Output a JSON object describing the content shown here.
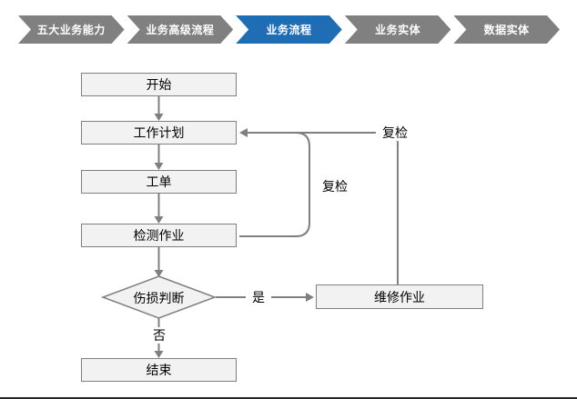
{
  "breadcrumb": {
    "items": [
      {
        "label": "五大业务能力"
      },
      {
        "label": "业务高级流程"
      },
      {
        "label": "业务流程"
      },
      {
        "label": "业务实体"
      },
      {
        "label": "数据实体"
      }
    ],
    "active_index": 2,
    "active_color": "#1F6EB5",
    "inactive_color": "#808080"
  },
  "flowchart": {
    "nodes": [
      {
        "id": "start",
        "label": "开始",
        "shape": "rect"
      },
      {
        "id": "work-plan",
        "label": "工作计划",
        "shape": "rect"
      },
      {
        "id": "work-order",
        "label": "工单",
        "shape": "rect"
      },
      {
        "id": "inspection",
        "label": "检测作业",
        "shape": "rect"
      },
      {
        "id": "damage-decision",
        "label": "伤损判断",
        "shape": "diamond"
      },
      {
        "id": "repair",
        "label": "维修作业",
        "shape": "rect"
      },
      {
        "id": "end",
        "label": "结束",
        "shape": "rect"
      }
    ],
    "edge_labels": {
      "yes": "是",
      "no": "否",
      "recheck_inner": "复检",
      "recheck_outer": "复检"
    },
    "colors": {
      "node_fill": "#F2F2F2",
      "node_border": "#7F7F7F",
      "connector": "#7F7F7F"
    }
  }
}
